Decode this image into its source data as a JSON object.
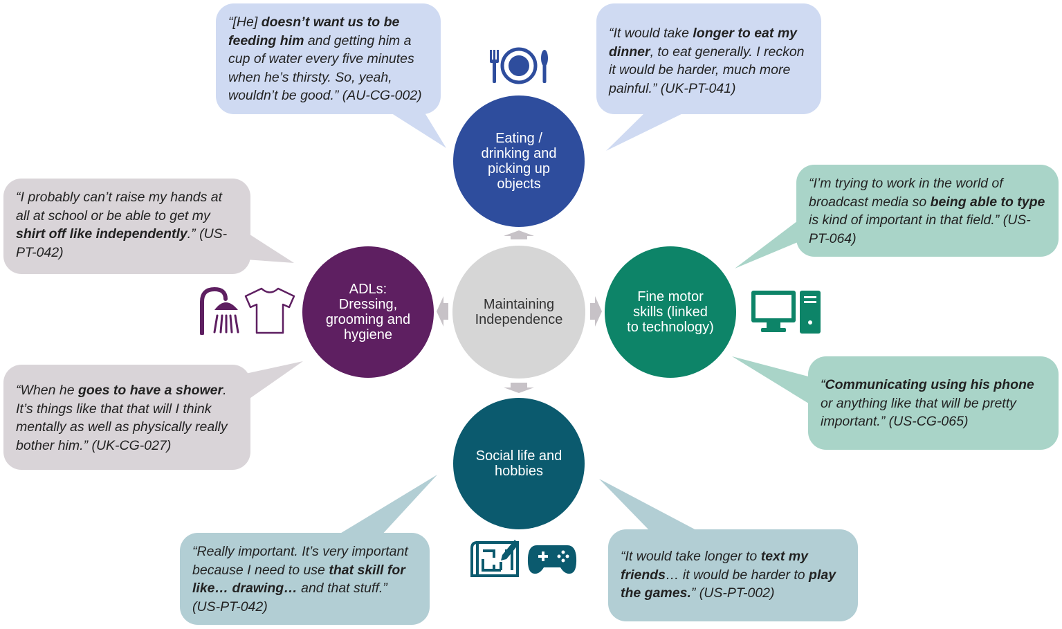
{
  "center": {
    "label_line1": "Maintaining",
    "label_line2": "Independence"
  },
  "themes": {
    "eating": {
      "lines": [
        "Eating /",
        "drinking and",
        "picking up",
        "objects"
      ],
      "color": "#2e4d9d"
    },
    "fine_motor": {
      "lines": [
        "Fine motor",
        "skills (linked",
        "to technology)"
      ],
      "color": "#0d8468"
    },
    "adls": {
      "lines": [
        "ADLs:",
        "Dressing,",
        "grooming and",
        "hygiene"
      ],
      "color": "#5e1f61"
    },
    "social": {
      "lines": [
        "Social life and",
        "hobbies"
      ],
      "color": "#0b5a6e"
    }
  },
  "quotes": {
    "q1": {
      "s1": "“[He] ",
      "b1": "doesn’t want us to be feeding him",
      "s2": " and getting him a cup of water every five minutes when he’s thirsty. So, yeah, wouldn’t be good.” (AU-CG-002)"
    },
    "q2": {
      "s1": "“It would take ",
      "b1": "longer to eat my dinner",
      "s2": ", to eat generally. I reckon it would be harder, much more painful.” (UK-PT-041)"
    },
    "q3": {
      "s1": "“I’m trying to work in the world of broadcast media so ",
      "b1": "being able to type",
      "s2": " is kind of important in that field.” (US-PT-064)"
    },
    "q4": {
      "s1": "“",
      "b1": "Communicating using his phone",
      "s2": " or anything like that will be pretty important.” (US-CG-065)"
    },
    "q5": {
      "s1": "“I probably can’t raise my hands at all at school or be able to get my ",
      "b1": "shirt off like independently",
      "s2": ".” (US-PT-042)"
    },
    "q6": {
      "s1": "“When he ",
      "b1": "goes to have a shower",
      "s2": ". It’s things like that that will I think mentally as well as physically really bother him.” (UK-CG-027)"
    },
    "q7": {
      "s1": "“Really important. It’s very important because I need to use ",
      "b1": "that skill for like… drawing…",
      "s2": " and that stuff.” (US-PT-042)"
    },
    "q8": {
      "s1": "“It would take longer to ",
      "b1": "text my friends",
      "s2": "… it would be harder to ",
      "b2": "play the games.",
      "s3": "” (US-PT-002)"
    }
  },
  "colors": {
    "eating_bubble": "#cfdaf2",
    "fine_motor_bubble": "#a9d4c8",
    "adls_bubble": "#d9d4d8",
    "social_bubble": "#b2ced4",
    "center": "#d6d6d6",
    "arrow": "#c7c2c7"
  },
  "icons": [
    "plate-cutlery-icon",
    "computer-icon",
    "shower-icon",
    "tshirt-icon",
    "blueprint-icon",
    "gamepad-icon"
  ]
}
